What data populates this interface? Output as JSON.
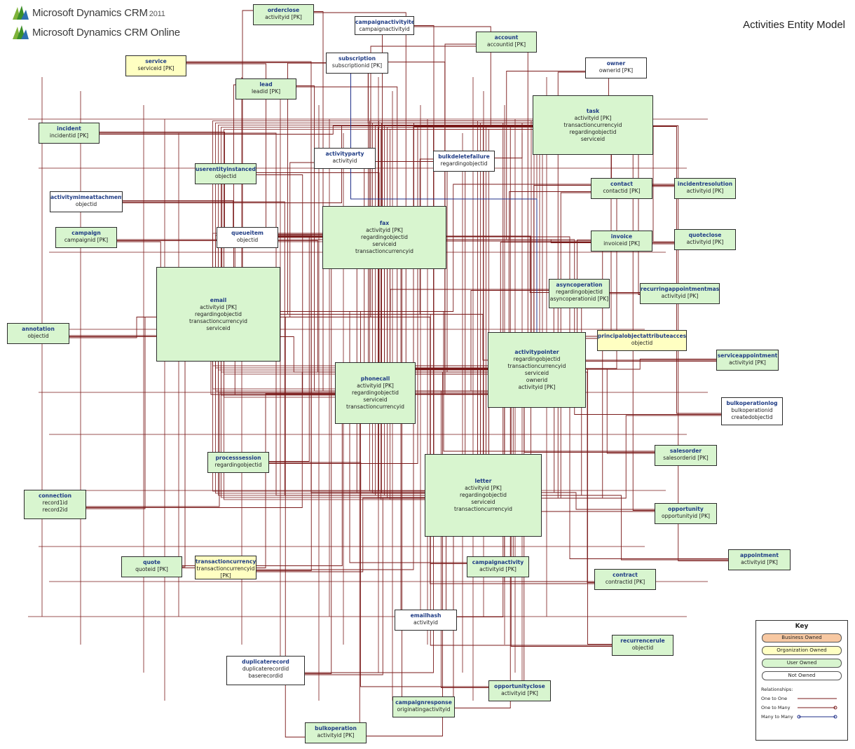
{
  "header": {
    "brand_line1": "Microsoft Dynamics CRM",
    "brand_version": "2011",
    "brand_line2": "Microsoft Dynamics CRM Online",
    "title": "Activities Entity Model"
  },
  "colors": {
    "user_owned": "#d8f5cf",
    "org_owned": "#ffffc2",
    "business_owned": "#f7c8a2",
    "not_owned": "#ffffff",
    "relationship_line": "#7a1a1a",
    "many_to_many_line": "#1f2f8a",
    "entity_name": "#1f3c85"
  },
  "entities": [
    {
      "id": "orderclose",
      "name": "orderclose",
      "attrs": [
        "activityid  [PK]"
      ],
      "owner": "user"
    },
    {
      "id": "campaignactivityitem",
      "name": "campaignactivityitem",
      "attrs": [
        "campaignactivityid"
      ],
      "owner": "none"
    },
    {
      "id": "account",
      "name": "account",
      "attrs": [
        "accountid  [PK]"
      ],
      "owner": "user"
    },
    {
      "id": "service",
      "name": "service",
      "attrs": [
        "serviceid  [PK]"
      ],
      "owner": "org"
    },
    {
      "id": "subscription",
      "name": "subscription",
      "attrs": [
        "subscriptionid  [PK]"
      ],
      "owner": "none"
    },
    {
      "id": "owner",
      "name": "owner",
      "attrs": [
        "ownerid  [PK]"
      ],
      "owner": "none"
    },
    {
      "id": "lead",
      "name": "lead",
      "attrs": [
        "leadid  [PK]"
      ],
      "owner": "user"
    },
    {
      "id": "task",
      "name": "task",
      "attrs": [
        "activityid  [PK]",
        "transactioncurrencyid",
        "regardingobjectid",
        "serviceid"
      ],
      "owner": "user"
    },
    {
      "id": "incident",
      "name": "incident",
      "attrs": [
        "incidentid  [PK]"
      ],
      "owner": "user"
    },
    {
      "id": "activityparty",
      "name": "activityparty",
      "attrs": [
        "activityid"
      ],
      "owner": "none"
    },
    {
      "id": "bulkdeletefailure",
      "name": "bulkdeletefailure",
      "attrs": [
        "regardingobjectid"
      ],
      "owner": "none"
    },
    {
      "id": "userentityinstancedata",
      "name": "userentityinstancedata",
      "attrs": [
        "objectid"
      ],
      "owner": "user"
    },
    {
      "id": "contact",
      "name": "contact",
      "attrs": [
        "contactid  [PK]"
      ],
      "owner": "user"
    },
    {
      "id": "incidentresolution",
      "name": "incidentresolution",
      "attrs": [
        "activityid  [PK]"
      ],
      "owner": "user"
    },
    {
      "id": "activitymimeattachment",
      "name": "activitymimeattachment",
      "attrs": [
        "objectid"
      ],
      "owner": "none"
    },
    {
      "id": "campaign",
      "name": "campaign",
      "attrs": [
        "campaignid  [PK]"
      ],
      "owner": "user"
    },
    {
      "id": "queueitem",
      "name": "queueitem",
      "attrs": [
        "objectid"
      ],
      "owner": "none"
    },
    {
      "id": "fax",
      "name": "fax",
      "attrs": [
        "activityid  [PK]",
        "regardingobjectid",
        "serviceid",
        "transactioncurrencyid"
      ],
      "owner": "user"
    },
    {
      "id": "invoice",
      "name": "invoice",
      "attrs": [
        "invoiceid  [PK]"
      ],
      "owner": "user"
    },
    {
      "id": "quoteclose",
      "name": "quoteclose",
      "attrs": [
        "activityid  [PK]"
      ],
      "owner": "user"
    },
    {
      "id": "asyncoperation",
      "name": "asyncoperation",
      "attrs": [
        "regardingobjectid",
        "asyncoperationid  [PK]"
      ],
      "owner": "user"
    },
    {
      "id": "recurringappointmentmaster",
      "name": "recurringappointmentmaster",
      "attrs": [
        "activityid  [PK]"
      ],
      "owner": "user"
    },
    {
      "id": "email",
      "name": "email",
      "attrs": [
        "activityid  [PK]",
        "regardingobjectid",
        "transactioncurrencyid",
        "serviceid"
      ],
      "owner": "user"
    },
    {
      "id": "annotation",
      "name": "annotation",
      "attrs": [
        "objectid"
      ],
      "owner": "user"
    },
    {
      "id": "principalobjectattributeaccess",
      "name": "principalobjectattributeaccess",
      "attrs": [
        "objectid"
      ],
      "owner": "org"
    },
    {
      "id": "activitypointer",
      "name": "activitypointer",
      "attrs": [
        "regardingobjectid",
        "transactioncurrencyid",
        "serviceid",
        "ownerid",
        "activityid  [PK]"
      ],
      "owner": "user"
    },
    {
      "id": "serviceappointment",
      "name": "serviceappointment",
      "attrs": [
        "activityid  [PK]"
      ],
      "owner": "user"
    },
    {
      "id": "phonecall",
      "name": "phonecall",
      "attrs": [
        "activityid  [PK]",
        "regardingobjectid",
        "serviceid",
        "transactioncurrencyid"
      ],
      "owner": "user"
    },
    {
      "id": "bulkoperationlog",
      "name": "bulkoperationlog",
      "attrs": [
        "bulkoperationid",
        "createdobjectid"
      ],
      "owner": "none"
    },
    {
      "id": "salesorder",
      "name": "salesorder",
      "attrs": [
        "salesorderid  [PK]"
      ],
      "owner": "user"
    },
    {
      "id": "processsession",
      "name": "processsession",
      "attrs": [
        "regardingobjectid"
      ],
      "owner": "user"
    },
    {
      "id": "letter",
      "name": "letter",
      "attrs": [
        "activityid  [PK]",
        "regardingobjectid",
        "serviceid",
        "transactioncurrencyid"
      ],
      "owner": "user"
    },
    {
      "id": "connection",
      "name": "connection",
      "attrs": [
        "record1id",
        "record2id"
      ],
      "owner": "user"
    },
    {
      "id": "opportunity",
      "name": "opportunity",
      "attrs": [
        "opportunityid  [PK]"
      ],
      "owner": "user"
    },
    {
      "id": "quote",
      "name": "quote",
      "attrs": [
        "quoteid  [PK]"
      ],
      "owner": "user"
    },
    {
      "id": "transactioncurrency",
      "name": "transactioncurrency",
      "attrs": [
        "transactioncurrencyid",
        "[PK]"
      ],
      "owner": "org"
    },
    {
      "id": "campaignactivity",
      "name": "campaignactivity",
      "attrs": [
        "activityid  [PK]"
      ],
      "owner": "user"
    },
    {
      "id": "appointment",
      "name": "appointment",
      "attrs": [
        "activityid  [PK]"
      ],
      "owner": "user"
    },
    {
      "id": "contract",
      "name": "contract",
      "attrs": [
        "contractid  [PK]"
      ],
      "owner": "user"
    },
    {
      "id": "emailhash",
      "name": "emailhash",
      "attrs": [
        "activityid"
      ],
      "owner": "none"
    },
    {
      "id": "recurrencerule",
      "name": "recurrencerule",
      "attrs": [
        "objectid"
      ],
      "owner": "user"
    },
    {
      "id": "duplicaterecord",
      "name": "duplicaterecord",
      "attrs": [
        "duplicaterecordid",
        "baserecordid"
      ],
      "owner": "none"
    },
    {
      "id": "opportunityclose",
      "name": "opportunityclose",
      "attrs": [
        "activityid  [PK]"
      ],
      "owner": "user"
    },
    {
      "id": "campaignresponse",
      "name": "campaignresponse",
      "attrs": [
        "originatingactivityid"
      ],
      "owner": "user"
    },
    {
      "id": "bulkoperation",
      "name": "bulkoperation",
      "attrs": [
        "activityid  [PK]"
      ],
      "owner": "user"
    }
  ],
  "key": {
    "title": "Key",
    "ownership": [
      {
        "label": "Business Owned",
        "color": "#f7c8a2"
      },
      {
        "label": "Organization Owned",
        "color": "#ffffc2"
      },
      {
        "label": "User Owned",
        "color": "#d8f5cf"
      },
      {
        "label": "Not Owned",
        "color": "#ffffff"
      }
    ],
    "relationships_title": "Relationships:",
    "relationships": [
      {
        "label": "One to One",
        "type": "one"
      },
      {
        "label": "One to Many",
        "type": "many"
      },
      {
        "label": "Many to Many",
        "type": "mm"
      }
    ]
  }
}
